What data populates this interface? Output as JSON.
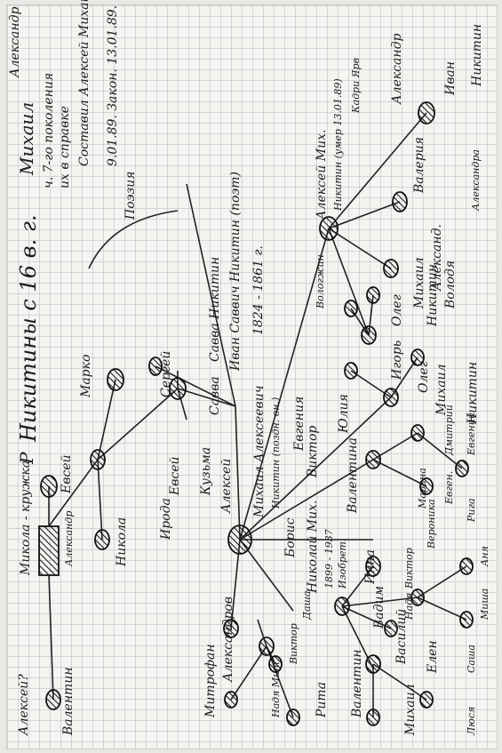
{
  "title": "Никитины с 16 в. г.",
  "corner": "Р",
  "header_notes": {
    "mikhail_note": "Михаил",
    "mikhail_sub": "ч. 7-го поколения",
    "mikhail_sub2": "их в справке",
    "author": "Составил Алексей Михайлович Никитин",
    "date": "9.01.89. Закон. 13.01.89.",
    "aleksandr": "Александр"
  },
  "ancestors": {
    "mikola_kruzhka": "Микола - кружка",
    "evsei_top": "Евсей",
    "marko": "Марко",
    "aleksandr_top": "Александр",
    "nikola": "Никола",
    "sergei": "Сергей",
    "irodion": "Ирода",
    "evsei2": "Евсей",
    "savva": "Савва",
    "savva_label": "Савва Никитин",
    "kuzma": "Кузьма",
    "aleksei": "Алексей",
    "ivan_savvich": "Иван Саввич Никитин (поэт)",
    "ivan_years": "1824 - 1861 г.",
    "poetry_mark": "Поэзия"
  },
  "main_line": {
    "mikhail": "Михаил Алексеевич",
    "mikhail_sub": "Никитин (поздн. вн.)",
    "aleksei_mikh": "Алексей Мих.",
    "aleksei_mikh_sub": "Никитин (умер 13.01.89)",
    "khakhan": "Кадри Ярв",
    "aleksandr_right": "Александр",
    "ivan_right": "Иван",
    "valeria": "Валерия",
    "aleksandr_low": "Александ.",
    "nikitin_right": "Никитин",
    "aleksandrova": "Александра"
  },
  "left_branch": {
    "aleksei_q": "Алексей?",
    "valentina": "Валентин",
    "mitrofan": "Митрофан",
    "aleksandr_m": "Александров",
    "nadya": "Надя Мит.",
    "viktor_m": "Виктор",
    "dasha": "Даша",
    "rita": "Рита",
    "nikolai": "Николай Мих.",
    "nikolai_years": "1899 - 1937",
    "nikolai_sub": "Изобрет.",
    "boris": "Борис",
    "inna": "Инна",
    "vadim": "Вадим",
    "vasily": "Василий",
    "nadya2": "Надя",
    "viktor2": "Виктор",
    "valentin2": "Валентин",
    "elena": "Елен",
    "mikhail_low": "Михаил",
    "lyusya": "Люся",
    "sasha": "Саша",
    "misha": "Миша",
    "anya": "Аня"
  },
  "middle_branch": {
    "viktor": "Виктор",
    "valentina": "Валентина",
    "evgenia": "Евгения",
    "yuliya": "Юлия",
    "veronika": "Вероника",
    "marina": "Марина",
    "evgen": "Евген.",
    "dmitry": "Дмитрий",
    "oleg": "Олег",
    "igor": "Игорь",
    "mikhail_m": "Михаил",
    "vologzhin": "Вологжин",
    "oleg2": "Олег",
    "mikhail2": "Михаил",
    "nikitin_m": "Никитин",
    "volod": "Володя",
    "nikitin2": "Никитин",
    "riga": "Рига",
    "evgeny": "Евгений"
  }
}
